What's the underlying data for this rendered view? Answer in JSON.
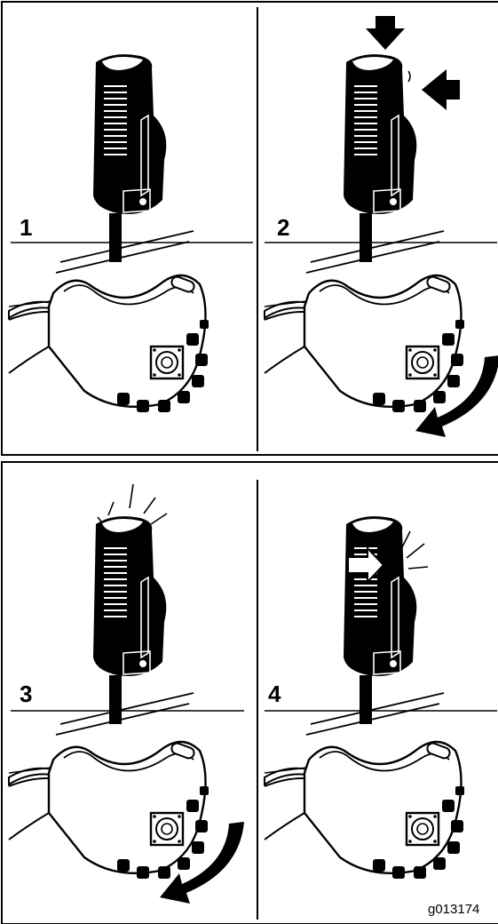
{
  "steps": [
    {
      "number": "1",
      "action": "neutral"
    },
    {
      "number": "2",
      "action": "press-and-rotate"
    },
    {
      "number": "3",
      "action": "release-and-rotate"
    },
    {
      "number": "4",
      "action": "lock"
    }
  ],
  "figure_code": "g013174",
  "colors": {
    "ink": "#000000",
    "paper": "#ffffff"
  }
}
